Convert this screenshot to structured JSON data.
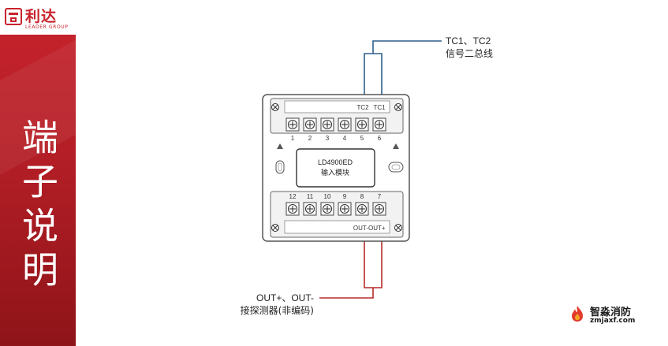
{
  "brand": {
    "name": "利达",
    "sub": "LEADER GROUP"
  },
  "sidebar_title": "端子说明",
  "device": {
    "model": "LD4900ED",
    "name": "输入模块"
  },
  "top_terminals": {
    "labels": [
      "TC2",
      "TC1"
    ],
    "numbers": [
      "1",
      "2",
      "3",
      "4",
      "5",
      "6"
    ]
  },
  "bottom_terminals": {
    "labels": [
      "OUT-",
      "OUT+"
    ],
    "numbers": [
      "12",
      "11",
      "10",
      "9",
      "8",
      "7"
    ]
  },
  "callouts": {
    "top": {
      "line1": "TC1、TC2",
      "line2": "信号二总线"
    },
    "bottom": {
      "line1": "OUT+、OUT-",
      "line2": "接探测器(非编码)"
    }
  },
  "watermark": {
    "title": "智淼消防",
    "url": "zmjaxf.com"
  },
  "colors": {
    "brand_red": "#c8232c",
    "wire_blue": "#2f5f8a",
    "wire_red": "#b82a2a",
    "outline": "#555555"
  }
}
